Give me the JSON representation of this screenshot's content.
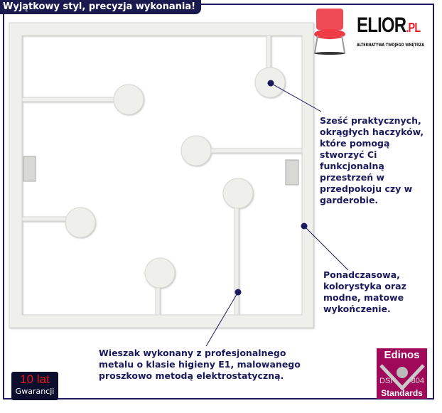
{
  "banner": {
    "title": "Wyjątkowy styl, precyzja wykonania!"
  },
  "logo": {
    "brand": "ELIOR",
    "suffix": ".PL",
    "tagline": "ALTERNATYWA TWOJEGO WNĘTRZA"
  },
  "annotations": {
    "hooks": [
      "Sześć praktycznych,",
      "okrągłych haczyków,",
      "które pomogą",
      "stworzyć Ci",
      "funkcjonalną",
      "przestrzeń w",
      "przedpokoju czy w",
      "garderobie."
    ],
    "color": [
      "Ponadczasowa,",
      "kolorystyka oraz",
      "modne, matowe",
      "wykończenie."
    ],
    "material": [
      "Wieszak wykonany z profesjonalnego",
      "metalu o klasie higieny E1, malowanego",
      "proszkowo metodą elektrostatyczną."
    ]
  },
  "warranty": {
    "years": "10 lat",
    "label": "Gwarancji"
  },
  "certificate": {
    "name": "Edinos",
    "left": "DSI",
    "right": "804",
    "label": "Standards"
  },
  "colors": {
    "navy": "#1a1a5e",
    "accent": "#e0202a",
    "cert": "#a0095a"
  }
}
